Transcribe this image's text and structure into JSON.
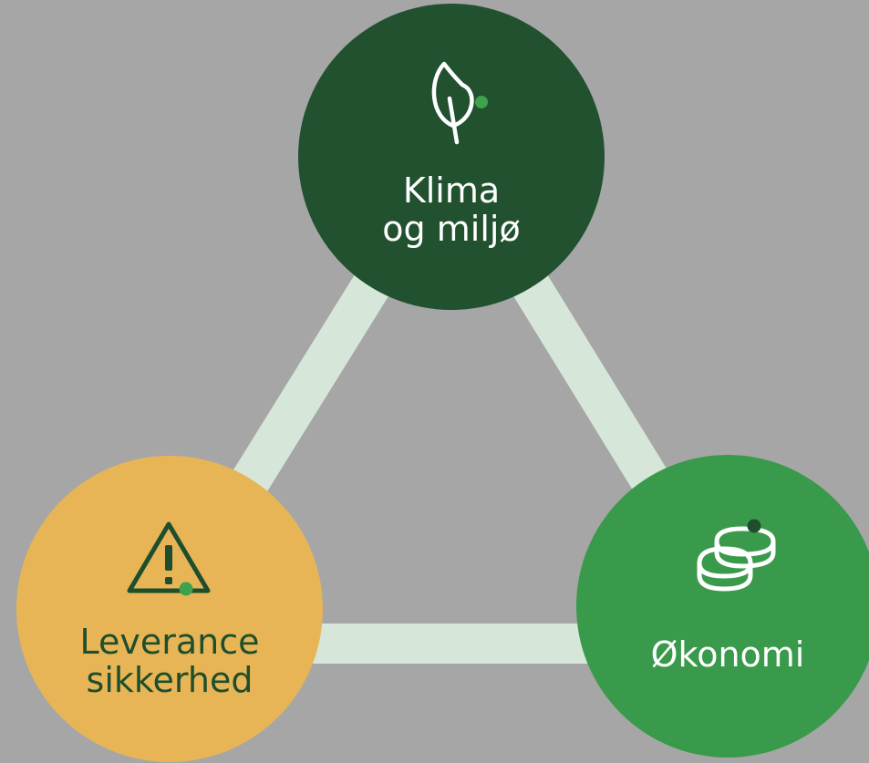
{
  "nodes": {
    "klima": {
      "line1": "Klima",
      "line2": "og miljø",
      "icon": "leaf-icon"
    },
    "okonomi": {
      "label": "Økonomi",
      "icon": "coins-icon"
    },
    "leverance": {
      "line1": "Leverance",
      "line2": "sikkerhed",
      "icon": "warning-icon"
    }
  },
  "colors": {
    "background": "#a6a6a6",
    "connector": "#d6e6d9",
    "klima": "#21512f",
    "okonomi": "#3a9a4b",
    "leverance": "#e8b556",
    "accent_dot": "#3ca24c",
    "dark_text": "#1e4e2c"
  }
}
